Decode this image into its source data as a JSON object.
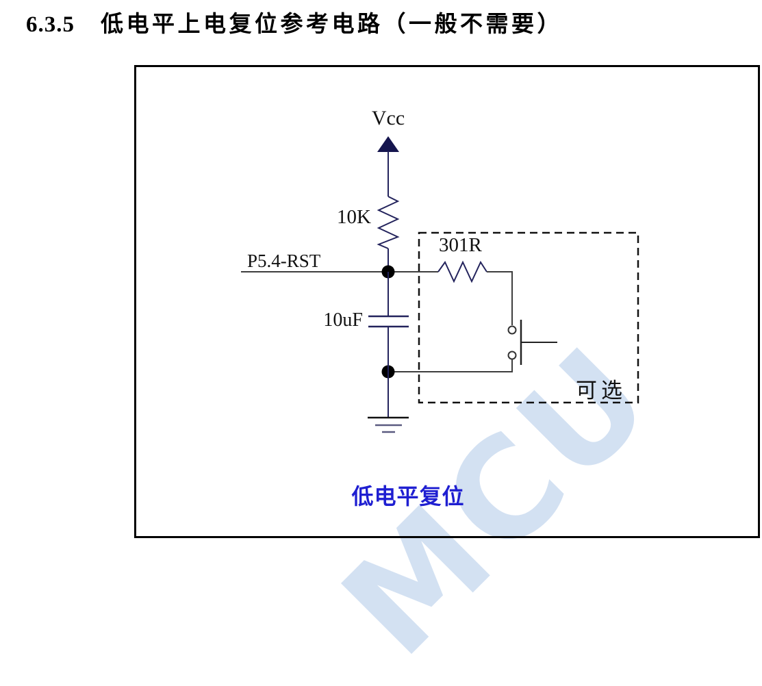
{
  "heading": {
    "number": "6.3.5",
    "title": "低电平上电复位参考电路（一般不需要）"
  },
  "figure": {
    "labels": {
      "vcc": "Vcc",
      "pullup_resistor": "10K",
      "reset_net": "P5.4-RST",
      "series_resistor": "301R",
      "capacitor": "10uF",
      "optional": "可选"
    },
    "caption": "低电平复位"
  },
  "watermark": "MCU",
  "colors": {
    "wire_navy": "#23235c",
    "wire_gray": "#3d3d3d",
    "caption_blue": "#1f1fd1",
    "watermark_blue": "#d3e1f2",
    "border_black": "#000000"
  }
}
